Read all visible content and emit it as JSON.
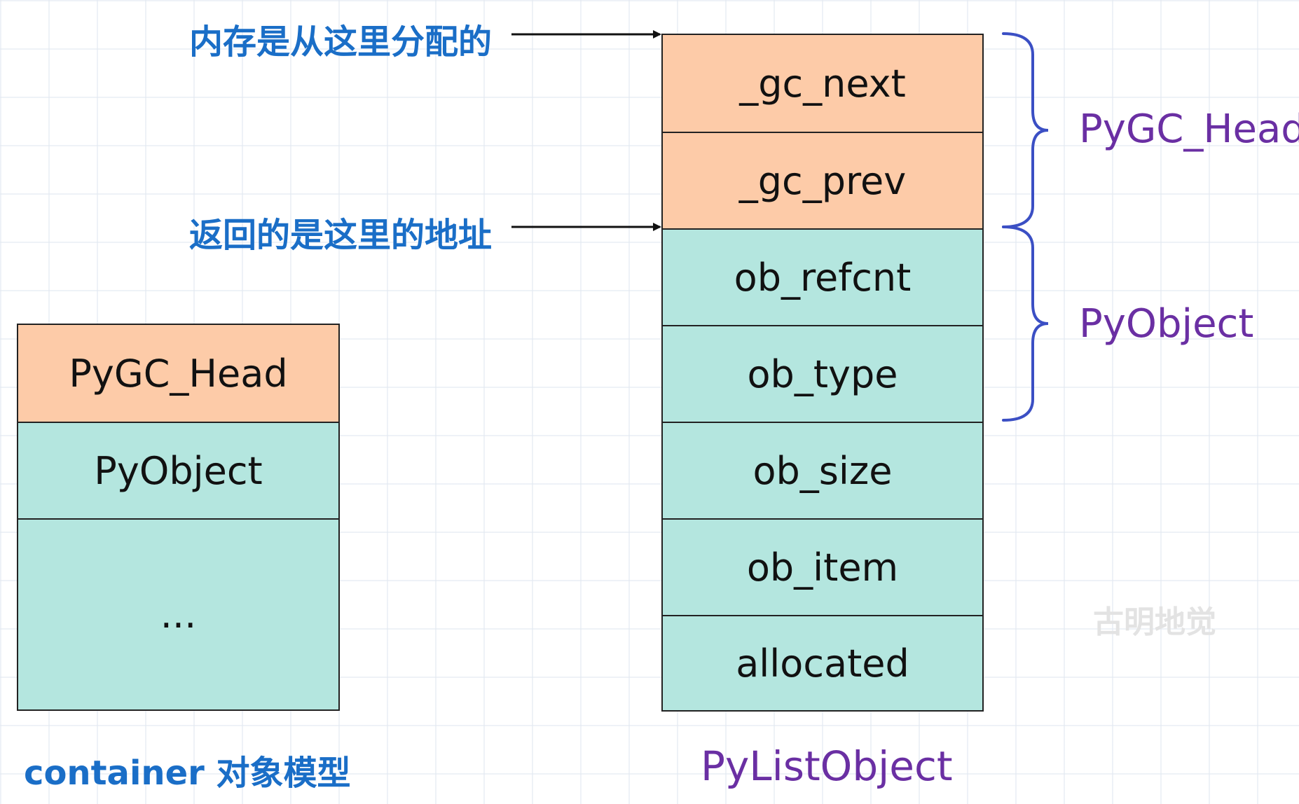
{
  "container_model": {
    "cells": [
      "PyGC_Head",
      "PyObject",
      "..."
    ],
    "caption": "container 对象模型"
  },
  "list_object": {
    "cells": [
      "_gc_next",
      "_gc_prev",
      "ob_refcnt",
      "ob_type",
      "ob_size",
      "ob_item",
      "allocated"
    ],
    "caption": "PyListObject"
  },
  "annotations": {
    "alloc_from": "内存是从这里分配的",
    "return_addr": "返回的是这里的地址"
  },
  "braces": {
    "upper": "PyGC_Head",
    "lower": "PyObject"
  },
  "watermark": "古明地觉",
  "colors": {
    "gc_head_fill": "#fdcba8",
    "object_fill": "#b4e6df",
    "annotation_text": "#1a6ec7",
    "brace_label_text": "#6a2fa3",
    "brace_stroke": "#3b4fc4"
  }
}
